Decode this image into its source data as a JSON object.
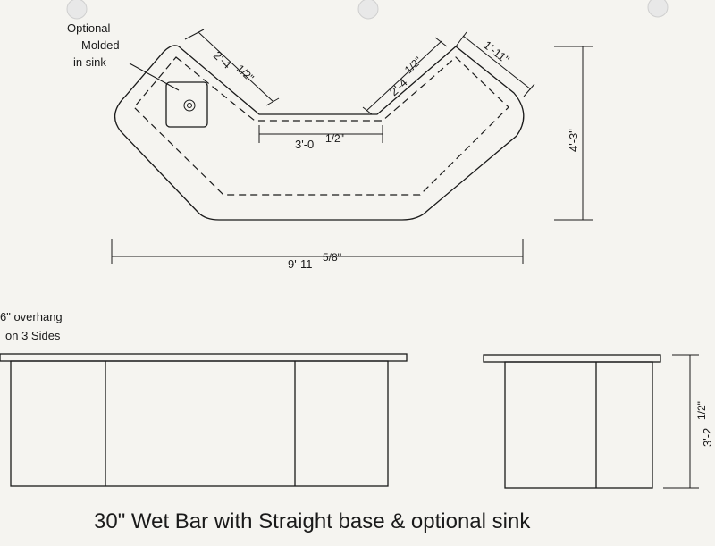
{
  "colors": {
    "paper": "#f5f4f0",
    "ink": "#1a1a1a",
    "hole": "#e8e8e8"
  },
  "plan": {
    "sink_note": [
      "Optional",
      "Molded",
      "in sink"
    ],
    "dims": {
      "left_side": "2'-4",
      "right_side": "2'-4",
      "right_end": "1'-11\"",
      "center": "3'-0",
      "depth": "4'-3\"",
      "overall": "9'-11"
    },
    "fractions": {
      "left_side": "1/2\"",
      "right_side": "1/2\"",
      "center": "1/2\"",
      "overall": "5/8\""
    }
  },
  "elevation": {
    "overhang_note": [
      "6\" overhang",
      "on 3 Sides"
    ],
    "height_dim": "3'-2",
    "height_frac": "1/2\""
  },
  "caption": "30\" Wet Bar with Straight base & optional sink"
}
